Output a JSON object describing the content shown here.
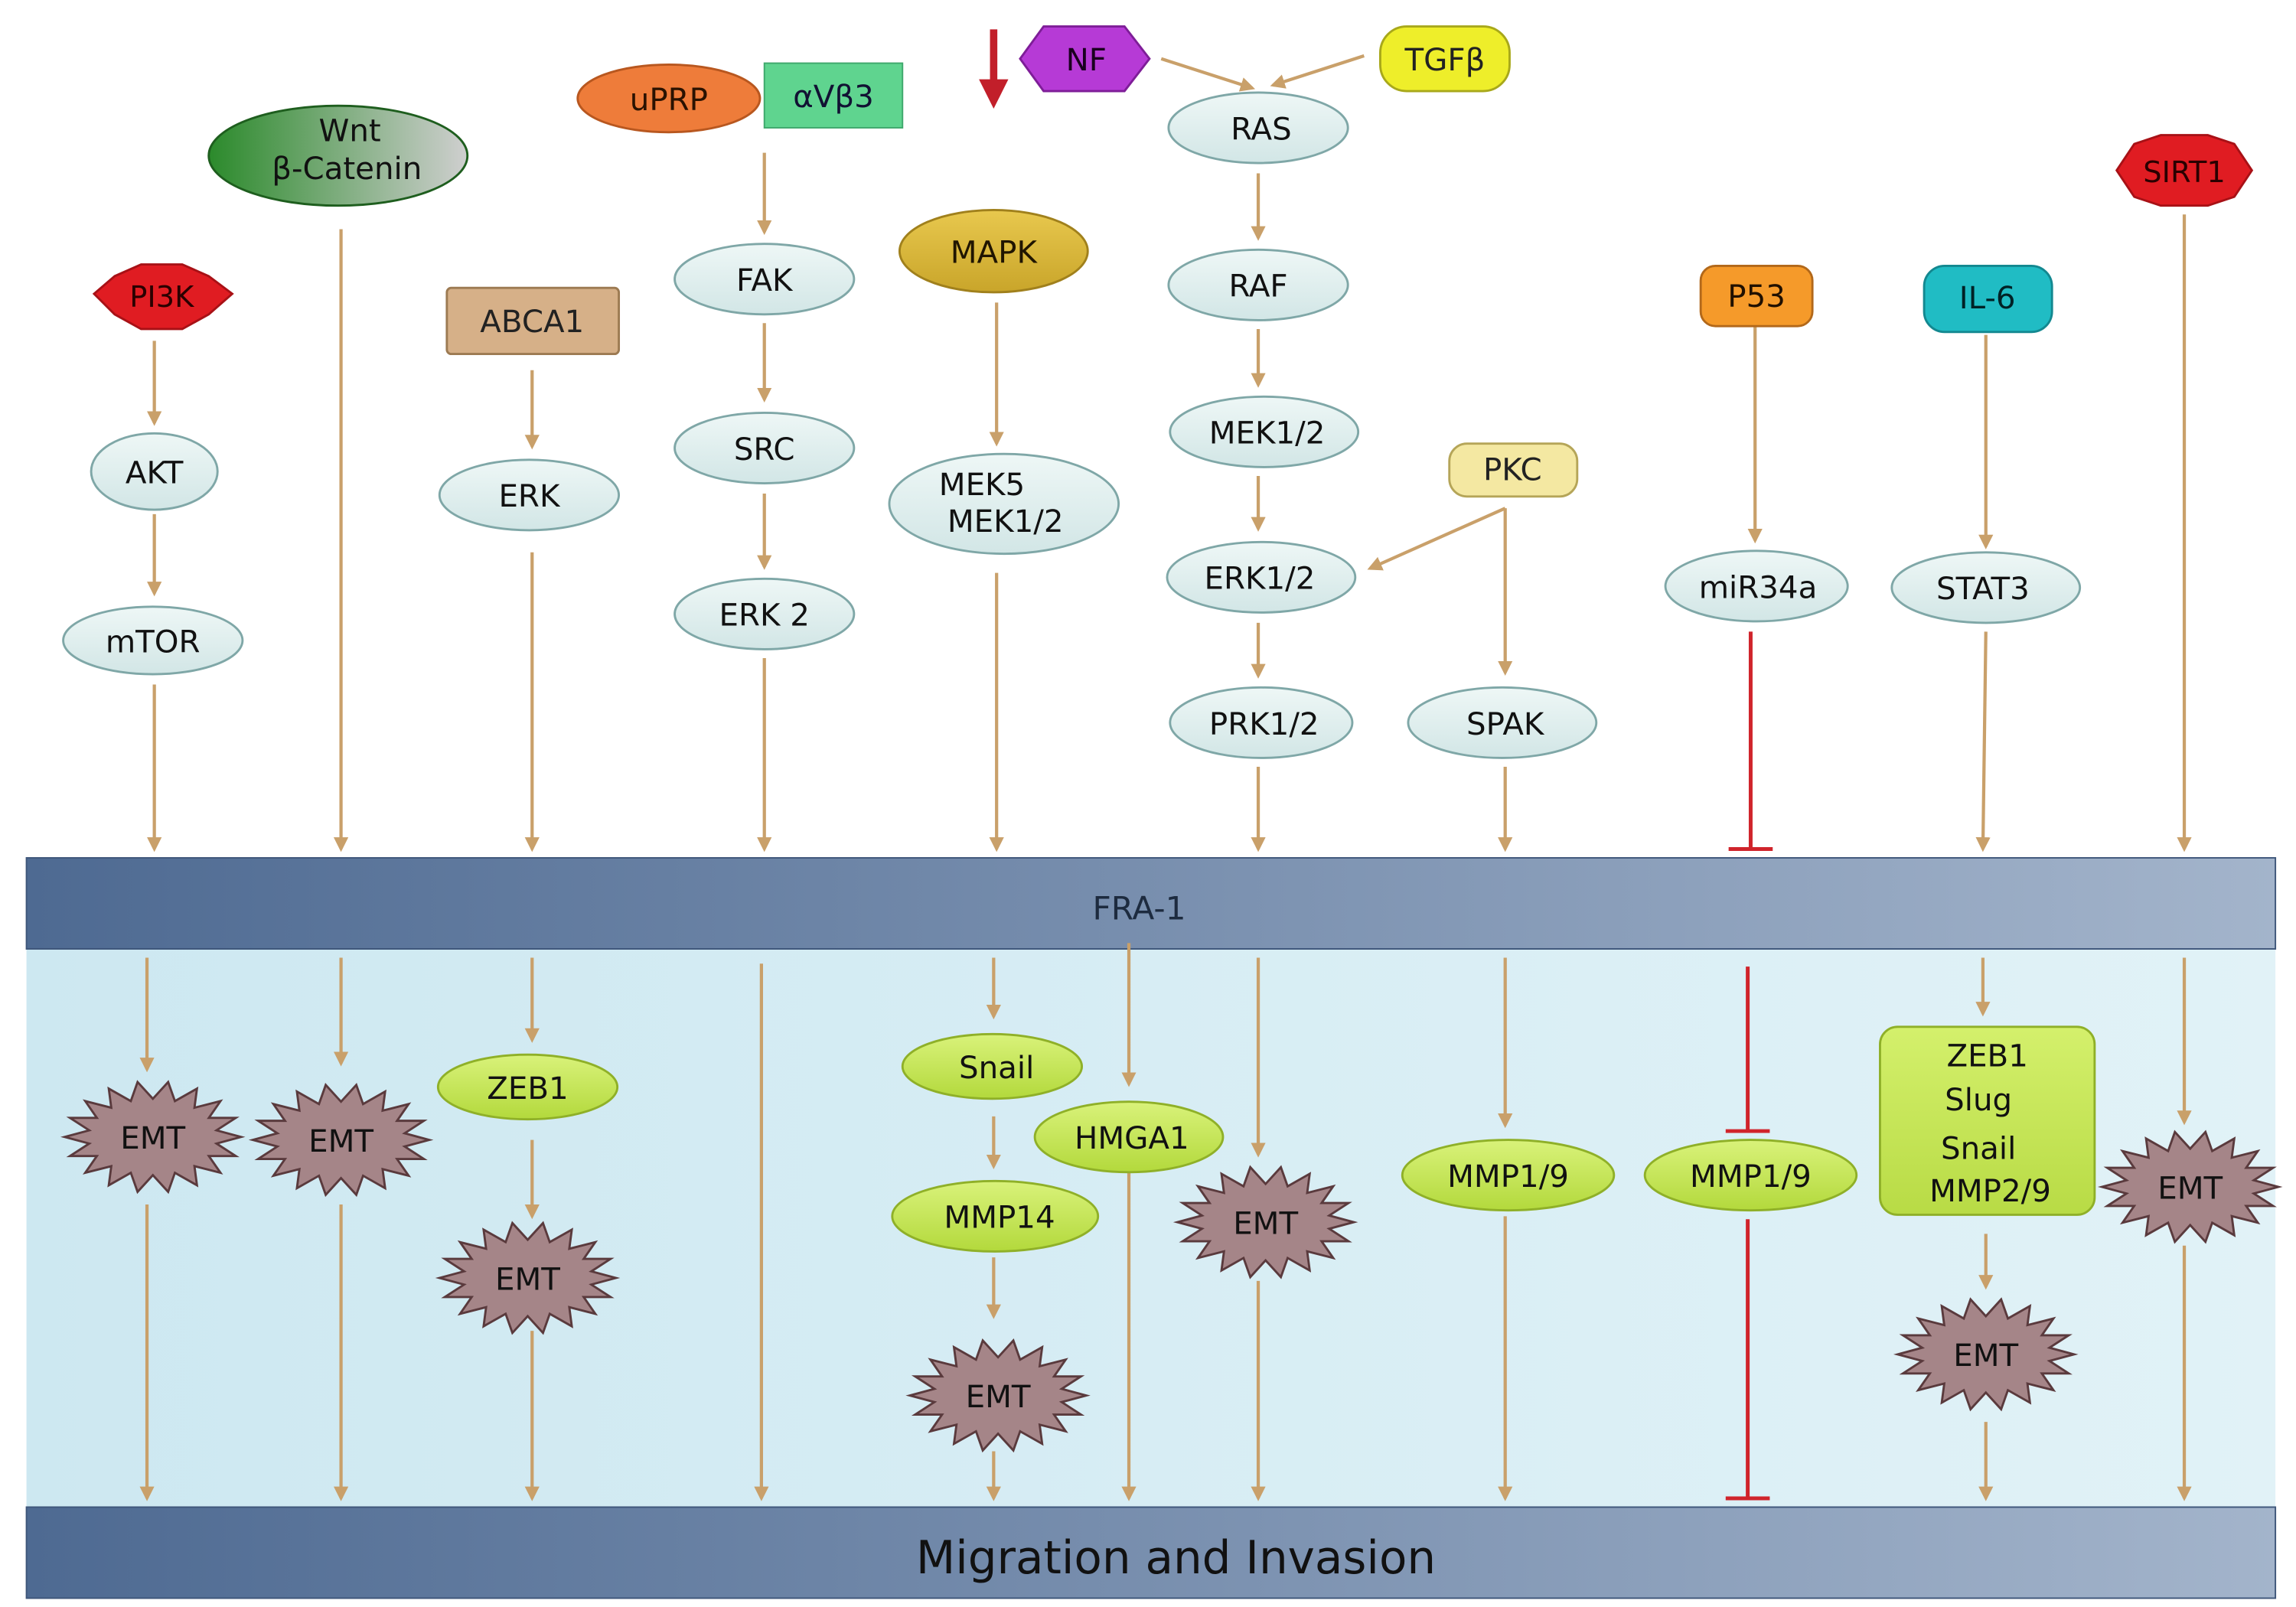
{
  "bands": {
    "fra1": "FRA-1",
    "migration": "Migration and Invasion"
  },
  "top_nodes": {
    "nf": "NF",
    "tgfb": "TGFβ",
    "ras": "RAS",
    "raf": "RAF",
    "mek12_ras": "MEK1/2",
    "erk12_ras": "ERK1/2",
    "prk12": "PRK1/2",
    "pkc": "PKC",
    "spak": "SPAK",
    "uprp": "uPRP",
    "avb3": "αVβ3",
    "fak": "FAK",
    "src": "SRC",
    "erk2": "ERK 2",
    "mapk": "MAPK",
    "mek5": "MEK5",
    "mek12_mapk": "MEK1/2",
    "wnt_line1": "Wnt",
    "wnt_line2": "β-Catenin",
    "pi3k": "PI3K",
    "akt": "AKT",
    "mtor": "mTOR",
    "abca1": "ABCA1",
    "erk_abca1": "ERK",
    "p53": "P53",
    "mir34a": "miR34a",
    "il6": "IL-6",
    "stat3": "STAT3",
    "sirt1": "SIRT1"
  },
  "bottom_nodes": {
    "emt": "EMT",
    "zeb1": "ZEB1",
    "snail": "Snail",
    "hmga1": "HMGA1",
    "mmp14": "MMP14",
    "mmp19_left": "MMP1/9",
    "mmp19_right": "MMP1/9",
    "box_zeb1": "ZEB1",
    "box_slug": "Slug",
    "box_snail": "Snail",
    "box_mmp29": "MMP2/9"
  },
  "colors": {
    "arrow": "#c9a06a",
    "inhibit": "#d0242b",
    "node_fill": "#deeeee",
    "node_stroke": "#7fa7a7",
    "green_node": "#c6e851",
    "emt_fill": "#a58588",
    "band_dark": "#4e6a92",
    "band_light": "#9eb0c8",
    "mid_panel": "#d4ecf3"
  }
}
